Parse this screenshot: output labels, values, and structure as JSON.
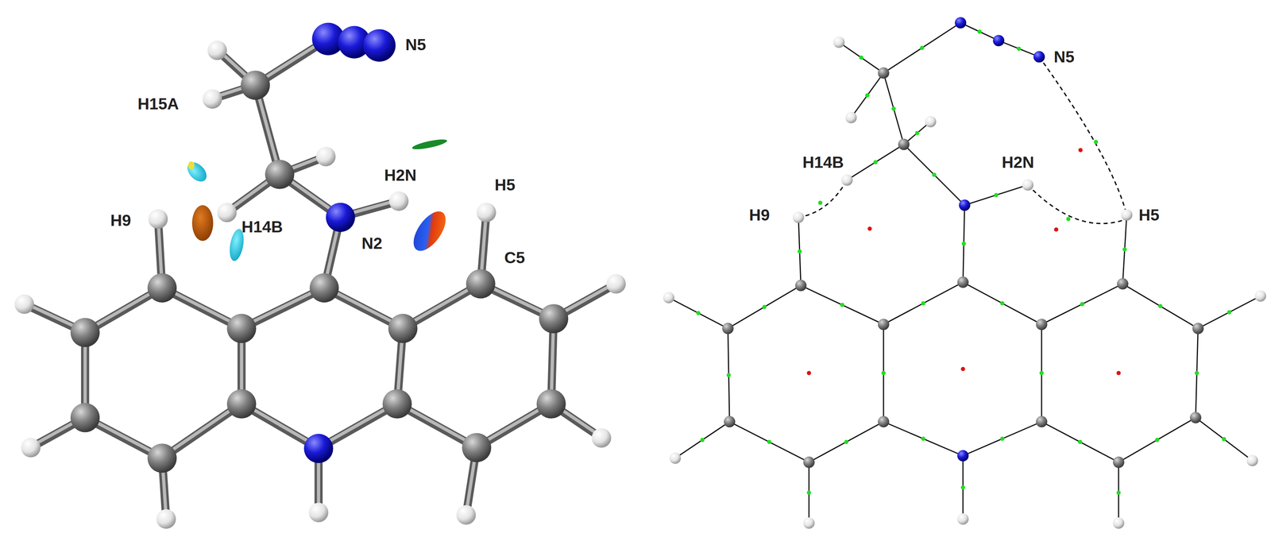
{
  "diagram": {
    "labels": [
      "N5",
      "H15A",
      "H2N",
      "H5",
      "H9",
      "H14B",
      "N2",
      "C5",
      "N5",
      "H14B",
      "H2N",
      "H9",
      "H5"
    ]
  }
}
